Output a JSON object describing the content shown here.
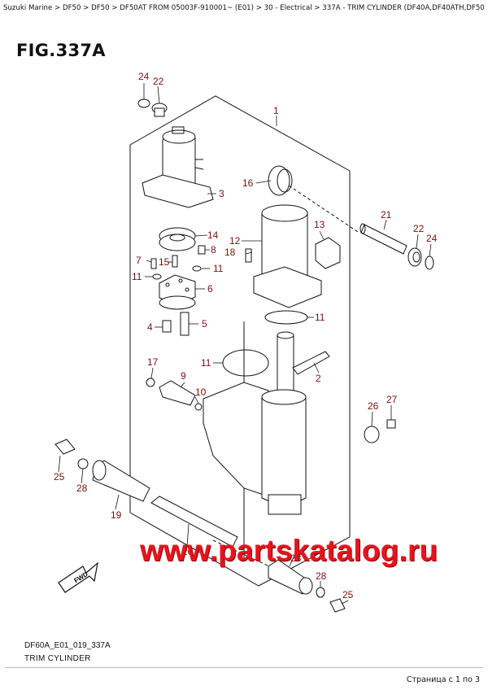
{
  "breadcrumb": "Suzuki Marine > DF50 > DF50 > DF50AT FROM 05003F-910001~ (E01) > 30 - Electrical > 337A - TRIM CYLINDER (DF40A,DF40ATH,DF50A,DF50ATH)",
  "figure": {
    "title": "FIG.337A",
    "model_code": "DF60A_E01_019_337A",
    "caption": "TRIM CYLINDER"
  },
  "watermark": "www.partskatalog.ru",
  "fwd_label": "FWD",
  "page_counter": "Страница с 1 по 3",
  "callouts": [
    "1",
    "2",
    "3",
    "4",
    "5",
    "6",
    "7",
    "8",
    "9",
    "10",
    "11",
    "11",
    "11",
    "11",
    "12",
    "13",
    "14",
    "15",
    "16",
    "17",
    "18",
    "19",
    "20",
    "21",
    "22",
    "22",
    "23",
    "24",
    "24",
    "25",
    "25",
    "26",
    "27",
    "28",
    "28"
  ],
  "colors": {
    "callout": "#7a1010",
    "watermark": "#e8141d",
    "line": "#111111"
  }
}
